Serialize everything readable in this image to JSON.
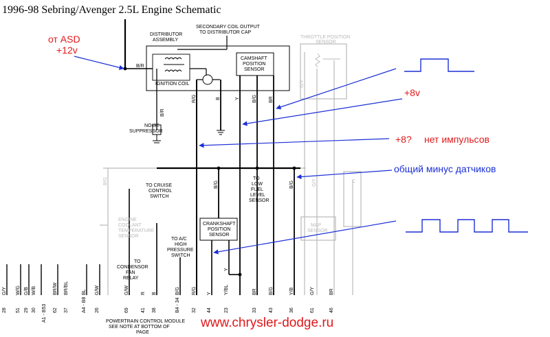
{
  "title": "1996-98 Sebring/Avenger 2.5L Engine Schematic",
  "components": {
    "distributor": [
      "DISTRIBUTOR",
      "ASSEMBLY"
    ],
    "secondary_coil": [
      "SECONDARY COIL OUTPUT",
      "TO DISTRIBUTOR CAP"
    ],
    "ignition_coil": "IGNITION COIL",
    "camshaft": [
      "CAMSHAFT",
      "POSITION",
      "SENSOR"
    ],
    "throttle": [
      "THROTTLE POSITION",
      "SENSOR"
    ],
    "noise": [
      "NOISE",
      "SUPPRESSOR"
    ],
    "cruise": [
      "TO CRUISE",
      "CONTROL",
      "SWITCH"
    ],
    "low_fuel": [
      "TO",
      "LOW",
      "FUEL",
      "LEVEL",
      "SENSOR"
    ],
    "coolant": [
      "ENGINE",
      "COOLANT",
      "TEMPERATURE",
      "SENSOR"
    ],
    "crankshaft": [
      "CRANKSHAFT",
      "POSITION",
      "SENSOR"
    ],
    "map": [
      "MAP",
      "SENSOR"
    ],
    "ac": [
      "TO A/C",
      "HIGH",
      "PRESSURE",
      "SWITCH"
    ],
    "condensor": [
      "TO",
      "CONDENSOR",
      "FAN",
      "RELAY"
    ],
    "pcm": [
      "POWERTRAIN CONTROL MODULE",
      "SEE NOTE AT BOTTOM OF",
      "PAGE"
    ]
  },
  "wire_labels": {
    "br_top": "B/R",
    "br_supp": "B/R",
    "rg": "R/G",
    "b": "B",
    "y": "Y",
    "bg_cam": "B/G",
    "br_cam": "BR",
    "gy_tps": "G/Y",
    "bg_bus_left": "B/G",
    "bg_mid": "B/G",
    "b_mid": "B",
    "bg_right": "B/G",
    "gy_right": "G/Y",
    "c_right": "C",
    "y_crank": "Y"
  },
  "pins": [
    {
      "color": "G/Y",
      "num": "28"
    },
    {
      "color": "W/G",
      "num": "51"
    },
    {
      "color": "G/B",
      "num": "29"
    },
    {
      "color": "W/B",
      "num": "30"
    },
    {
      "color": "BR/W",
      "num": "62"
    },
    {
      "color": "BR/BL",
      "num": "37"
    },
    {
      "color": "BL",
      "num": "A4 - B8"
    },
    {
      "color": "G/W",
      "num": "26"
    },
    {
      "color": "G/W",
      "num": "69"
    },
    {
      "color": "R",
      "num": "41"
    },
    {
      "color": "B",
      "num": "38"
    },
    {
      "color": "B/G",
      "num": "B4 - 34"
    },
    {
      "color": "R/G",
      "num": "32"
    },
    {
      "color": "Y",
      "num": "44"
    },
    {
      "color": "Y/BL",
      "num": "23"
    },
    {
      "color": "BR",
      "num": "33"
    },
    {
      "color": "B/G",
      "num": "43"
    },
    {
      "color": "Y/B",
      "num": "36"
    },
    {
      "color": "G/Y",
      "num": "61"
    },
    {
      "color": "BR",
      "num": "46"
    }
  ],
  "pin_left": "A1 - B53",
  "annotations": {
    "asd": "от ASD",
    "asd_v": "+12v",
    "v8": "+8v",
    "no_pulse_v": "+8?",
    "no_pulse": "нет импульсов",
    "ground": "общий минус датчиков"
  },
  "url": "www.chrysler-dodge.ru",
  "colors": {
    "annotation": "#1a2ed6",
    "url": "#e0181a",
    "ghost": "#b9b9b9"
  }
}
